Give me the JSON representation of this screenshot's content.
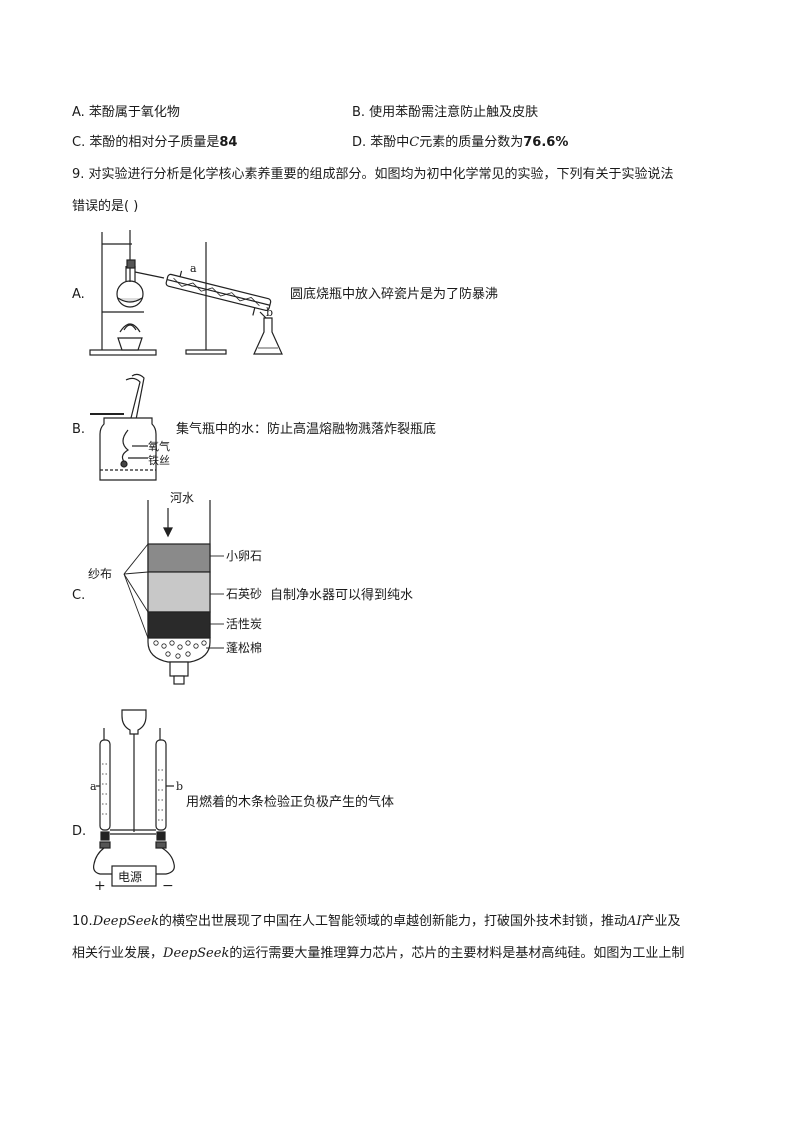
{
  "q8": {
    "optA": "A. 苯酚属于氧化物",
    "optB": "B. 使用苯酚需注意防止触及皮肤",
    "optC_pre": "C. 苯酚的相对分子质量是",
    "optC_num": "84",
    "optD_pre": "D. 苯酚中",
    "optD_el": "C",
    "optD_mid": "元素的质量分数为",
    "optD_num": "76.6%"
  },
  "q9": {
    "stem_line1": "9. 对实验进行分析是化学核心素养重要的组成部分。如图均为初中化学常见的实验，下列有关于实验说法",
    "stem_line2": "错误的是(    )",
    "A": {
      "label": "A.",
      "caption": "圆底烧瓶中放入碎瓷片是为了防暴沸",
      "fig_a": "a",
      "fig_b": "b"
    },
    "B": {
      "label": "B.",
      "caption": "集气瓶中的水：防止高温熔融物溅落炸裂瓶底",
      "fig_o2": "氧气",
      "fig_fe": "铁丝"
    },
    "C": {
      "label": "C.",
      "caption": "自制净水器可以得到纯水",
      "fig_river": "河水",
      "fig_gauze": "纱布",
      "fig_pebble": "小卵石",
      "fig_sand": "石英砂",
      "fig_carbon": "活性炭",
      "fig_cotton": "蓬松棉"
    },
    "D": {
      "label": "D.",
      "caption": "用燃着的木条检验正负极产生的气体",
      "fig_a": "a",
      "fig_b": "b",
      "fig_power": "电源",
      "fig_plus": "+",
      "fig_minus": "−"
    }
  },
  "q10": {
    "line1_num": "10.",
    "line1_ds": "DeepSeek",
    "line1_a": "的横空出世展现了中国在人工智能领域的卓越创新能力，打破国外技术封锁，推动",
    "line1_ai": "AI",
    "line1_b": "产业及",
    "line2_a": "相关行业发展，",
    "line2_ds": "DeepSeek",
    "line2_b": "的运行需要大量推理算力芯片，芯片的主要材料是基材高纯硅。如图为工业上制"
  }
}
